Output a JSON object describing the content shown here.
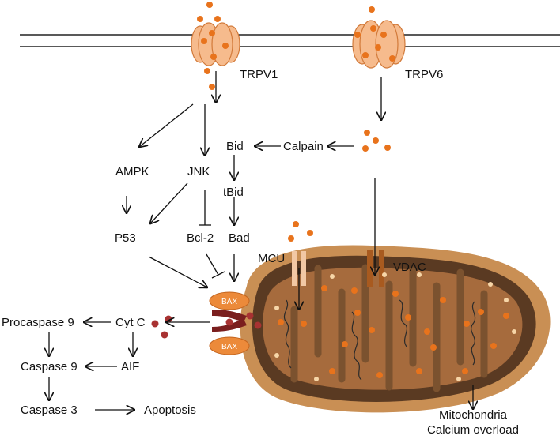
{
  "labels": {
    "trpv1": "TRPV1",
    "trpv6": "TRPV6",
    "ampk": "AMPK",
    "jnk": "JNK",
    "bid": "Bid",
    "calpain": "Calpain",
    "tbid": "tBid",
    "p53": "P53",
    "bcl2": "Bcl-2",
    "bad": "Bad",
    "mcu": "MCU",
    "vdac": "VDAC",
    "bax_top": "BAX",
    "bax_bottom": "BAX",
    "procaspase9": "Procaspase 9",
    "cytc": "Cyt C",
    "caspase9": "Caspase 9",
    "aif": "AIF",
    "caspase3": "Caspase 3",
    "apoptosis": "Apoptosis",
    "overload_line1": "Mitochondria",
    "overload_line2": "Calcium overload"
  },
  "colors": {
    "calcium": "#e8731c",
    "channel_fill": "#f6bb8d",
    "channel_stroke": "#d27a3a",
    "mito_outer": "#c98f54",
    "mito_inner": "#5a3a22",
    "mito_matrix": "#a66b3d",
    "cristae": "#7b522f",
    "vdac": "#a85a1f",
    "mcu": "#f2c8a4",
    "bax": "#ec8a3a",
    "cytc": "#a83232"
  }
}
